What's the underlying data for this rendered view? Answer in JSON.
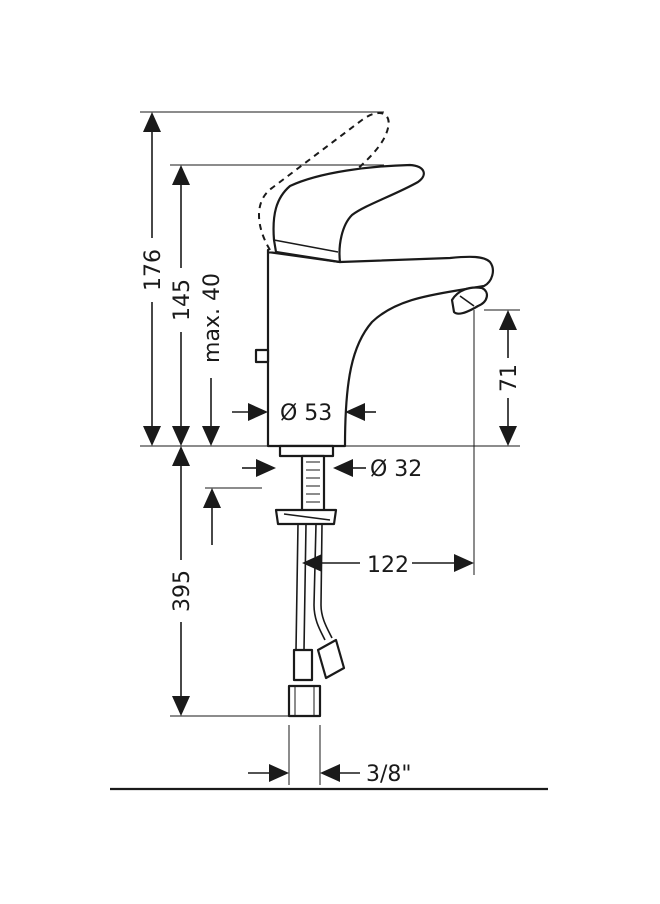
{
  "drawing": {
    "dimensions": {
      "overall_height": "176",
      "handle_height": "145",
      "lift_range": "max. 40",
      "spout_height": "71",
      "body_diameter": "Ø 53",
      "shank_diameter": "Ø 32",
      "spout_reach": "122",
      "hose_length": "395",
      "connection_thread": "3/8\""
    }
  }
}
